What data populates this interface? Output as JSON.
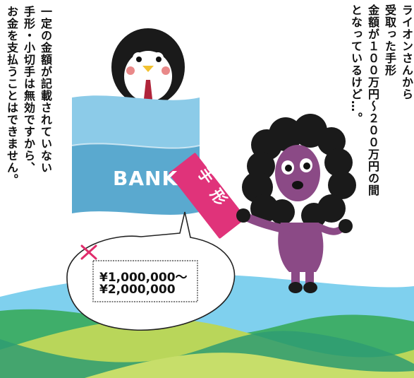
{
  "banker_note": {
    "lines": [
      "ライオンさんから",
      "受取った手形",
      "金額が１００万円～２００万円の間",
      "となっているけど…。"
    ]
  },
  "narration": {
    "lines": [
      "一定の金額が記載されていない",
      "手形・小切手は無効ですから、",
      "お金を支払うことはできません。"
    ]
  },
  "bank": {
    "label": "BANK"
  },
  "promissory_note": {
    "label_top": "手",
    "label_bottom": "形"
  },
  "speech_bubble": {
    "amount_line1": "¥1,000,000～",
    "amount_line2": "¥2,000,000",
    "mark": "×"
  },
  "colors": {
    "sky_blue": "#7fd0ee",
    "bank_blue": "#8ccbe8",
    "bank_dark": "#5aa9cf",
    "note_pink": "#e0337a",
    "poodle_purple": "#8b4a86",
    "grass_green": "#3fae6a",
    "grass_light": "#b9d65a",
    "cross_red": "#e02c6b"
  }
}
